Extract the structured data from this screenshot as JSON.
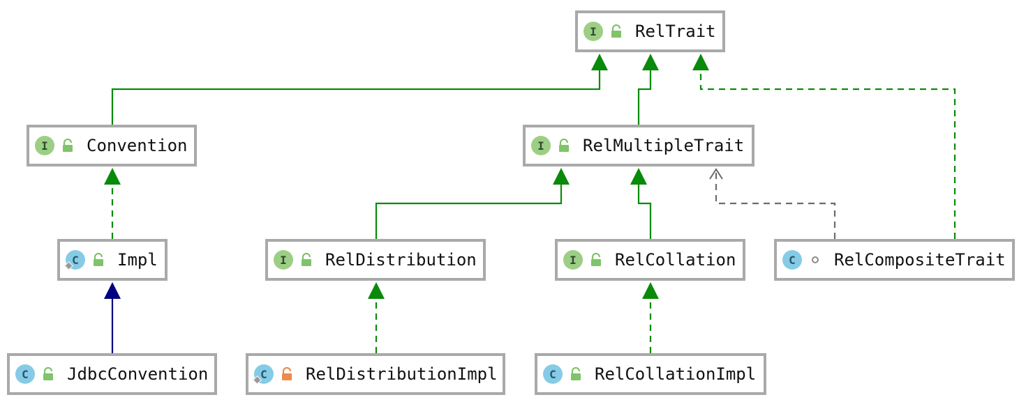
{
  "diagram": {
    "nodes": [
      {
        "id": "RelTrait",
        "label": "RelTrait",
        "kind": "interface",
        "visibility": "public"
      },
      {
        "id": "Convention",
        "label": "Convention",
        "kind": "interface",
        "visibility": "public"
      },
      {
        "id": "RelMultipleTrait",
        "label": "RelMultipleTrait",
        "kind": "interface",
        "visibility": "public"
      },
      {
        "id": "Impl",
        "label": "Impl",
        "kind": "class",
        "abstract": true,
        "visibility": "public"
      },
      {
        "id": "RelDistribution",
        "label": "RelDistribution",
        "kind": "interface",
        "visibility": "public"
      },
      {
        "id": "RelCollation",
        "label": "RelCollation",
        "kind": "interface",
        "visibility": "public"
      },
      {
        "id": "RelCompositeTrait",
        "label": "RelCompositeTrait",
        "kind": "class",
        "visibility": "package"
      },
      {
        "id": "JdbcConvention",
        "label": "JdbcConvention",
        "kind": "class",
        "visibility": "public"
      },
      {
        "id": "RelDistributionImpl",
        "label": "RelDistributionImpl",
        "kind": "class",
        "abstract": true,
        "visibility": "private"
      },
      {
        "id": "RelCollationImpl",
        "label": "RelCollationImpl",
        "kind": "class",
        "visibility": "public"
      }
    ],
    "edges": [
      {
        "from": "Convention",
        "to": "RelTrait",
        "type": "extends-interface"
      },
      {
        "from": "RelMultipleTrait",
        "to": "RelTrait",
        "type": "extends-interface"
      },
      {
        "from": "RelCompositeTrait",
        "to": "RelTrait",
        "type": "implements"
      },
      {
        "from": "Impl",
        "to": "Convention",
        "type": "implements"
      },
      {
        "from": "RelDistribution",
        "to": "RelMultipleTrait",
        "type": "extends-interface"
      },
      {
        "from": "RelCollation",
        "to": "RelMultipleTrait",
        "type": "extends-interface"
      },
      {
        "from": "RelCompositeTrait",
        "to": "RelMultipleTrait",
        "type": "dependency"
      },
      {
        "from": "JdbcConvention",
        "to": "Impl",
        "type": "extends-class"
      },
      {
        "from": "RelDistributionImpl",
        "to": "RelDistribution",
        "type": "implements"
      },
      {
        "from": "RelCollationImpl",
        "to": "RelCollation",
        "type": "implements"
      }
    ],
    "colors": {
      "interface_badge": "#9ccf85",
      "class_badge": "#86cbe6",
      "public_lock": "#7fc36a",
      "private_lock": "#ef8a4c",
      "inheritance_green": "#0a8a0a",
      "class_inheritance_blue": "#000080",
      "dependency_gray": "#6b6b6b",
      "node_border": "#a9a9a9"
    }
  }
}
